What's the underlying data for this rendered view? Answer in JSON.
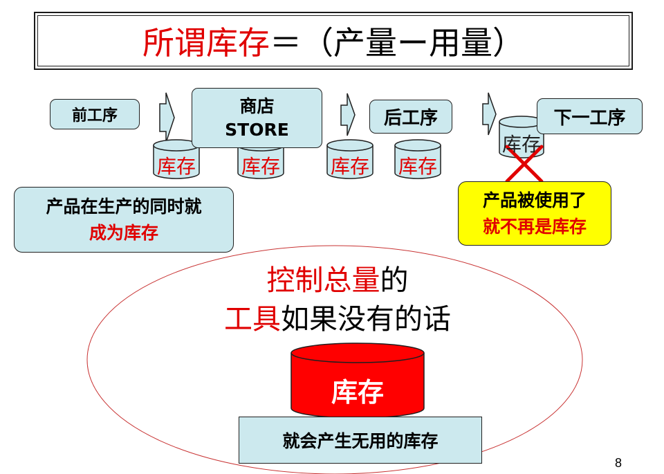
{
  "title": {
    "red": "所谓库存",
    "black": "＝（产量ー用量）"
  },
  "flow": {
    "before_process": "前工序",
    "store_line1": "商店",
    "store_line2": "STORE",
    "after_process": "后工序",
    "next_process": "下一工序"
  },
  "inventory_label": "库存",
  "notes": {
    "left_line1": "产品在生产的同时就",
    "left_line2": "成为库存",
    "right_line1": "产品被使用了",
    "right_line2": "就不再是库存"
  },
  "ellipse": {
    "line1_red": "控制总量",
    "line1_black": "的",
    "line2_red": "工具",
    "line2_black": "如果没有的话",
    "big_inventory": "库存",
    "bottom_box": "就会产生无用的库存"
  },
  "page_number": "8",
  "colors": {
    "accent_red": "#e00000",
    "box_fill": "#cce9ee",
    "highlight_yellow": "#ffff00",
    "big_cylinder_red": "#ff0000"
  }
}
